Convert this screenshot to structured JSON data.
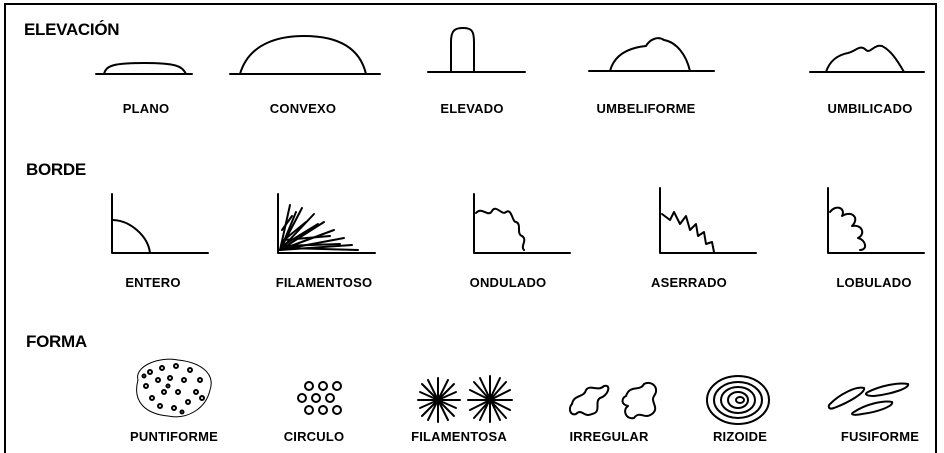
{
  "sections": {
    "elevacion": {
      "title": "ELEVACIÓN",
      "items": [
        "PLANO",
        "CONVEXO",
        "ELEVADO",
        "UMBELIFORME",
        "UMBILICADO"
      ]
    },
    "borde": {
      "title": "BORDE",
      "items": [
        "ENTERO",
        "FILAMENTOSO",
        "ONDULADO",
        "ASERRADO",
        "LOBULADO"
      ]
    },
    "forma": {
      "title": "FORMA",
      "items": [
        "PUNTIFORME",
        "CIRCULO",
        "FILAMENTOSA",
        "IRREGULAR",
        "RIZOIDE",
        "FUSIFORME"
      ]
    }
  }
}
